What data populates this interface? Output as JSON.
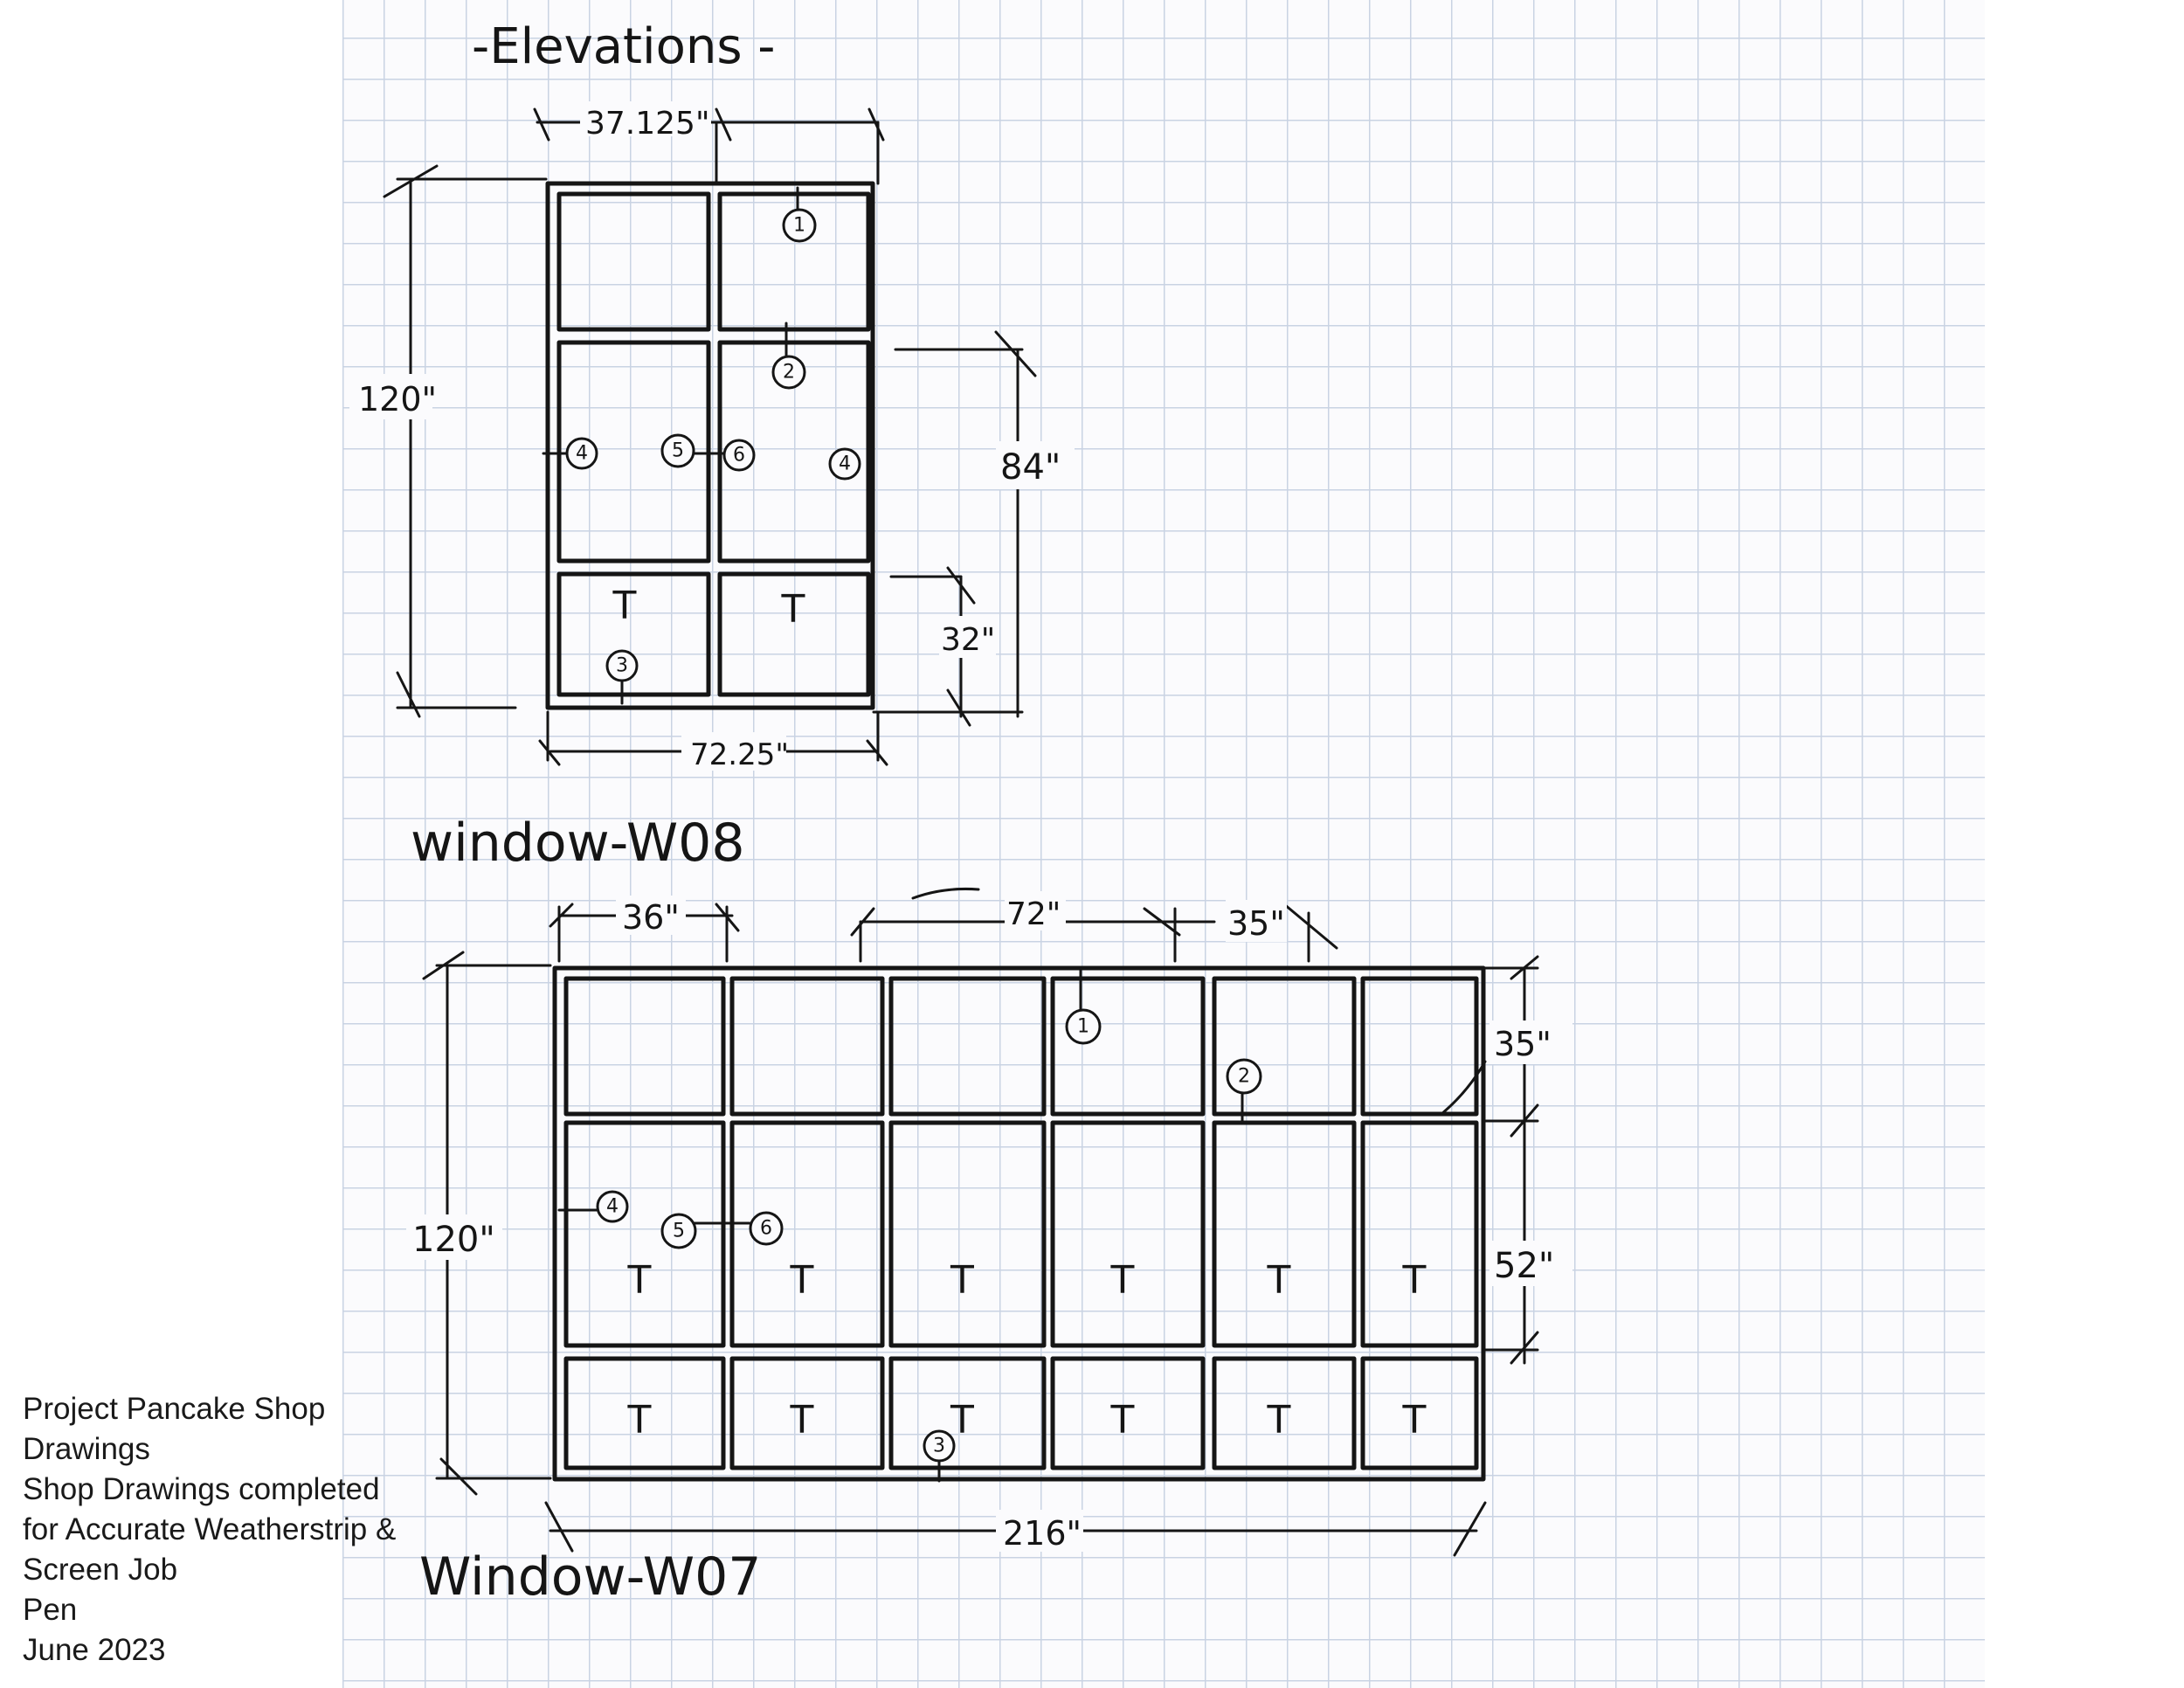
{
  "heading": "-Elevations -",
  "window_w08": {
    "label": "window-W08",
    "dims": {
      "width_half": "37.125\"",
      "height": "120\"",
      "upper": "84\"",
      "lower": "32\"",
      "width": "72.25\""
    },
    "callouts": [
      "1",
      "2",
      "3",
      "4",
      "4",
      "5",
      "6"
    ],
    "mark": "T"
  },
  "window_w07": {
    "label": "Window-W07",
    "dims": {
      "bay": "36\"",
      "span": "72\"",
      "bay_right": "35\"",
      "height": "120\"",
      "top": "35\"",
      "middle": "52\"",
      "width": "216\""
    },
    "callouts": [
      "1",
      "2",
      "3",
      "4",
      "5",
      "6"
    ],
    "mark": "T"
  },
  "caption": {
    "lines": [
      "Project Pancake Shop",
      "Drawings",
      "Shop Drawings completed",
      "for Accurate Weatherstrip &",
      "Screen Job",
      "Pen",
      "June 2023"
    ]
  }
}
